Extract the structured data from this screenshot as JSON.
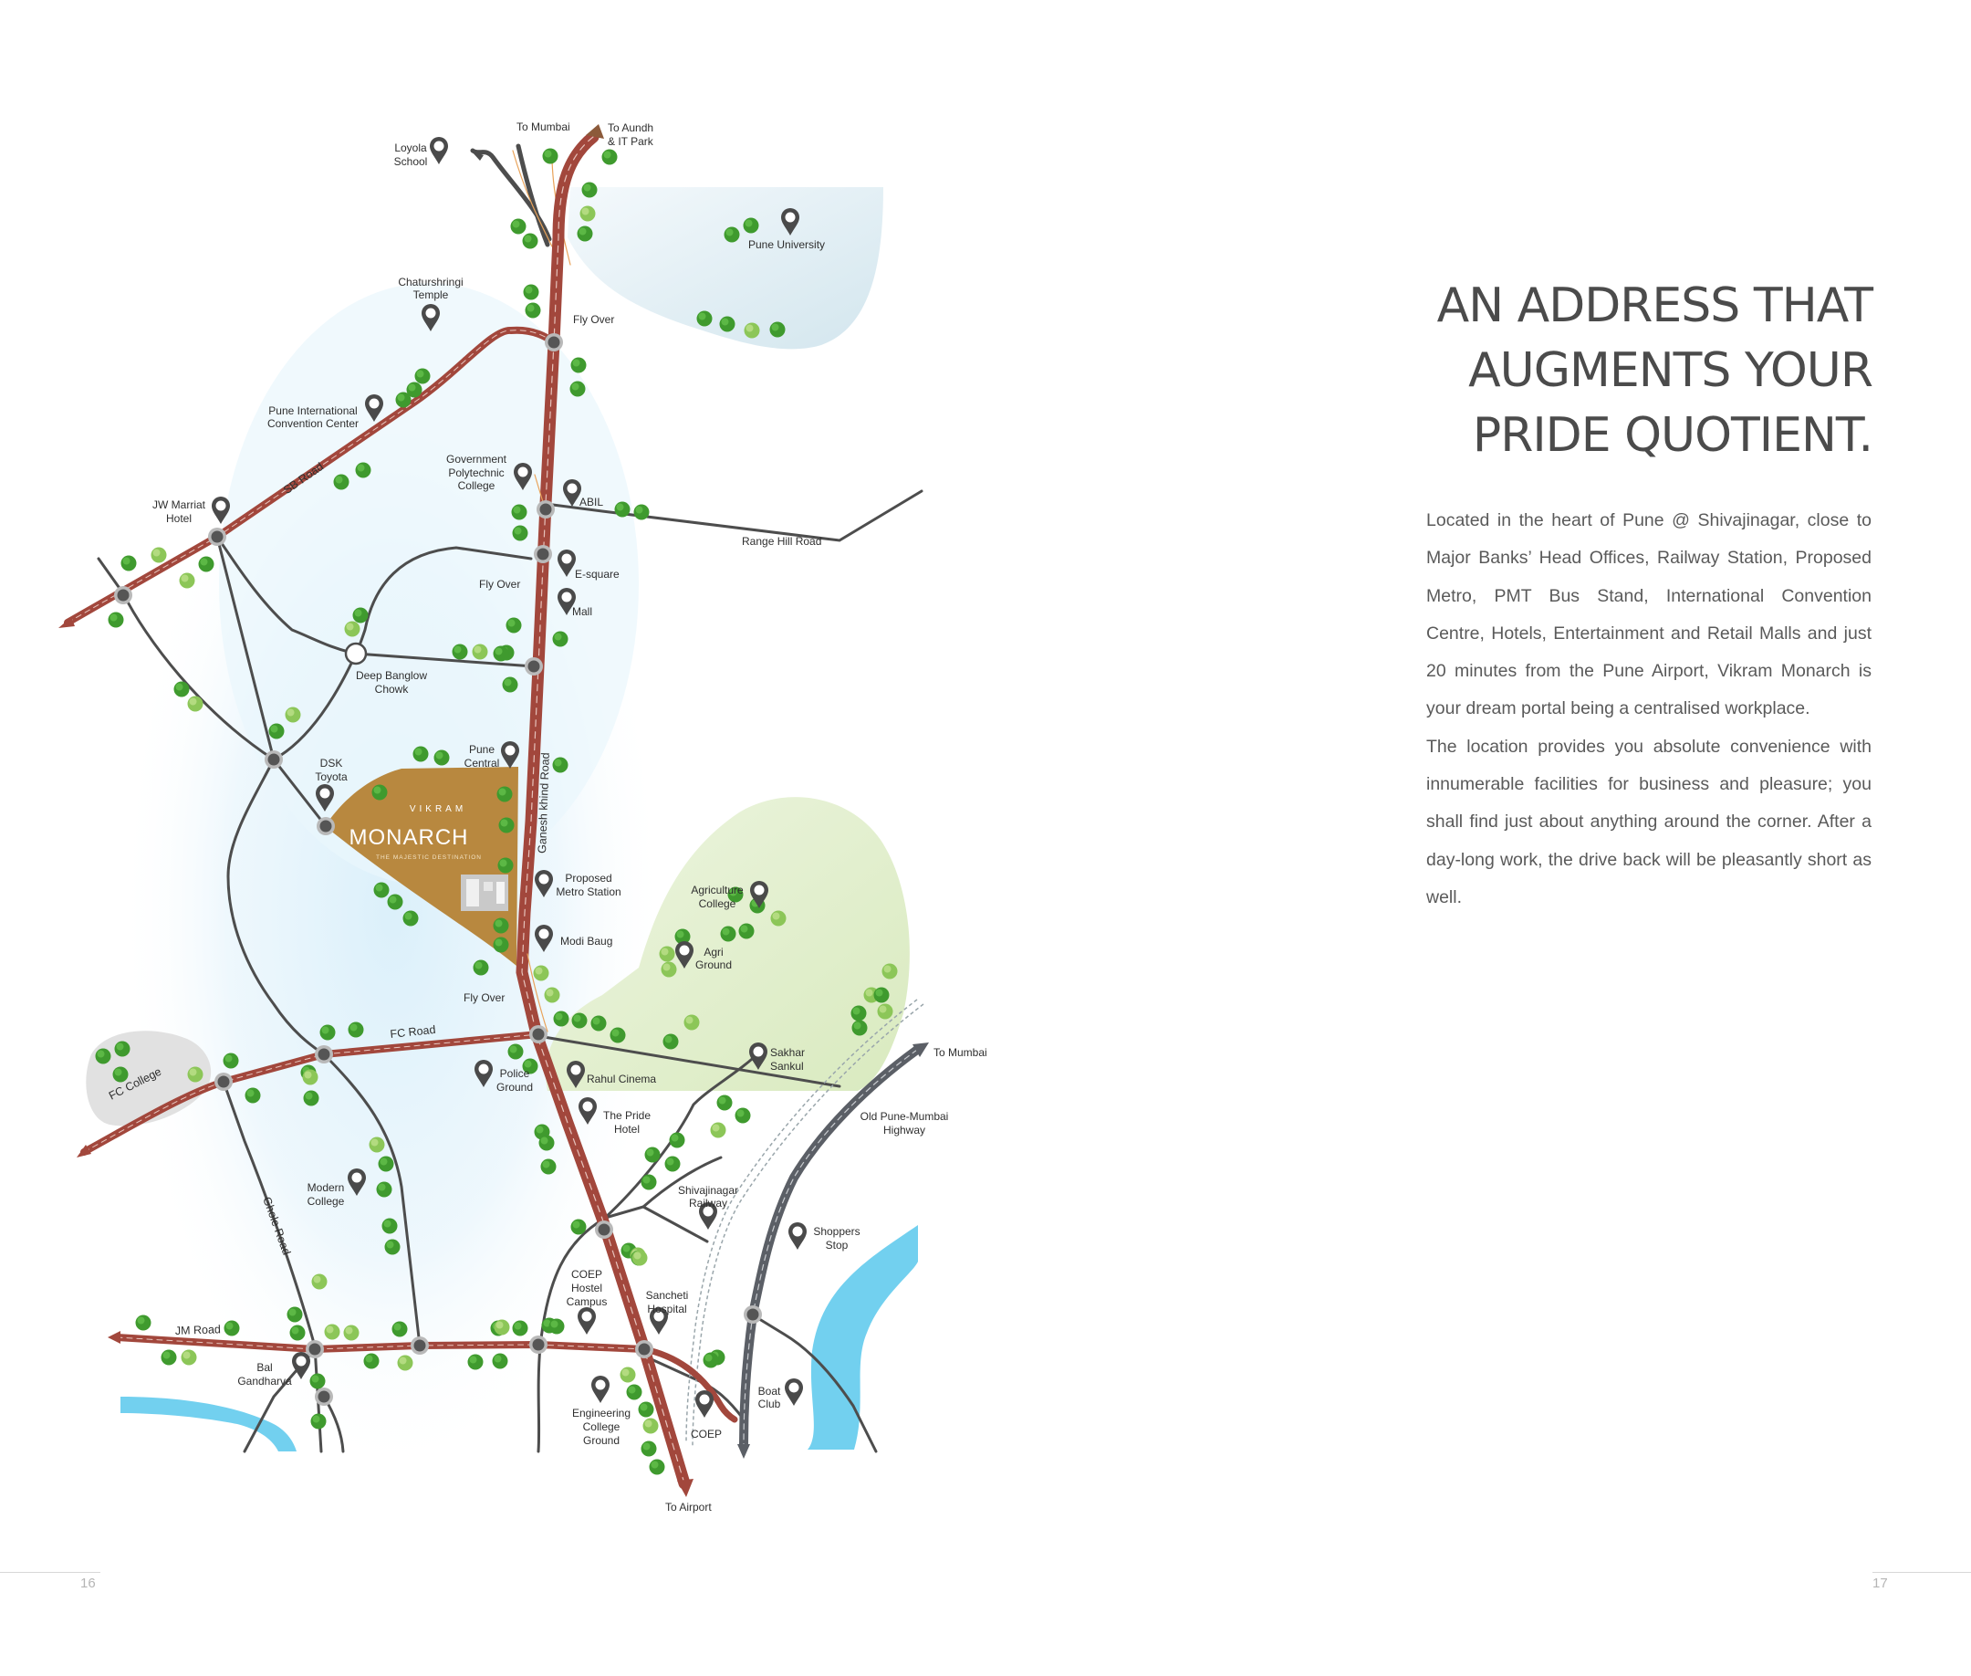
{
  "headline": {
    "line1": "AN ADDRESS THAT",
    "line2": "AUGMENTS YOUR",
    "line3": "PRIDE QUOTIENT."
  },
  "body": {
    "paragraph1": "Located in the heart of Pune @ Shivajinagar, close to Major Banks’ Head Offices, Railway Station, Proposed Metro, PMT Bus Stand, International Convention Centre, Hotels, Entertainment and Retail Malls and just 20 minutes from the Pune Airport, Vikram Monarch is your dream portal being a centralised workplace.",
    "paragraph2": "The location provides you absolute convenience with innumerable facilities for business and pleasure; you shall find just about anything around the corner.  After a day-long work, the drive back will be pleasantly short as well."
  },
  "page_numbers": {
    "left": "16",
    "right": "17"
  },
  "colors": {
    "main_road": "#a2473c",
    "secondary_road": "#4d4d4d",
    "highway": "#5b5f66",
    "project_plot": "#b8883f",
    "river": "#72d0ef",
    "university_area": "#dce9ef",
    "agri_area": "#e2efcf",
    "tree_green": "#3f9a2e",
    "text": "#4b4b4b"
  },
  "map": {
    "project": {
      "brand_top": "VIKRAM",
      "brand_name": "MONARCH",
      "tagline": "THE MAJESTIC DESTINATION"
    },
    "places": [
      {
        "name": "To Mumbai",
        "icon": "arrow-icon"
      },
      {
        "name": "To Aundh & IT Park",
        "icon": "arrow-icon"
      },
      {
        "name": "Loyola School",
        "icon": "map-pin-icon"
      },
      {
        "name": "Pune University",
        "icon": "map-pin-icon"
      },
      {
        "name": "Chaturshringi Temple",
        "icon": "map-pin-icon"
      },
      {
        "name": "Fly Over",
        "icon": "junction-icon"
      },
      {
        "name": "Pune International Convention Center",
        "icon": "map-pin-icon"
      },
      {
        "name": "Government Polytechnic College",
        "icon": "map-pin-icon"
      },
      {
        "name": "ABIL",
        "icon": "map-pin-icon"
      },
      {
        "name": "JW Marriat Hotel",
        "icon": "map-pin-icon"
      },
      {
        "name": "E-square",
        "icon": "map-pin-icon"
      },
      {
        "name": "Mall",
        "icon": "map-pin-icon"
      },
      {
        "name": "Deep Banglow Chowk",
        "icon": "junction-icon"
      },
      {
        "name": "DSK Toyota",
        "icon": "map-pin-icon"
      },
      {
        "name": "Pune Central",
        "icon": "map-pin-icon"
      },
      {
        "name": "Proposed Metro Station",
        "icon": "map-pin-icon"
      },
      {
        "name": "Modi Baug",
        "icon": "map-pin-icon"
      },
      {
        "name": "Agriculture College",
        "icon": "map-pin-icon"
      },
      {
        "name": "Agri Ground",
        "icon": "map-pin-icon"
      },
      {
        "name": "Police Ground",
        "icon": "map-pin-icon"
      },
      {
        "name": "Rahul Cinema",
        "icon": "map-pin-icon"
      },
      {
        "name": "Sakhar Sankul",
        "icon": "map-pin-icon"
      },
      {
        "name": "The Pride Hotel",
        "icon": "map-pin-icon"
      },
      {
        "name": "Old Pune-Mumbai Highway",
        "icon": "road-icon"
      },
      {
        "name": "Modern College",
        "icon": "map-pin-icon"
      },
      {
        "name": "Shivajinagar Railway",
        "icon": "map-pin-icon"
      },
      {
        "name": "Shoppers Stop",
        "icon": "map-pin-icon"
      },
      {
        "name": "COEP Hostel Campus",
        "icon": "map-pin-icon"
      },
      {
        "name": "Sancheti Hospital",
        "icon": "map-pin-icon"
      },
      {
        "name": "Bal Gandharva",
        "icon": "map-pin-icon"
      },
      {
        "name": "Boat Club",
        "icon": "map-pin-icon"
      },
      {
        "name": "Engineering College Ground",
        "icon": "map-pin-icon"
      },
      {
        "name": "COEP",
        "icon": "map-pin-icon"
      },
      {
        "name": "To Airport",
        "icon": "arrow-icon"
      }
    ],
    "labels": {
      "to_mumbai_top": "To Mumbai",
      "to_aundh_1": "To Aundh",
      "to_aundh_2": "& IT Park",
      "loyola_1": "Loyola",
      "loyola_2": "School",
      "pune_university": "Pune University",
      "chaturshringi_1": "Chaturshringi",
      "chaturshringi_2": "Temple",
      "fly_over_top": "Fly Over",
      "picc_1": "Pune International",
      "picc_2": "Convention Center",
      "sb_road": "SB Road",
      "gov_poly_1": "Government",
      "gov_poly_2": "Polytechnic",
      "gov_poly_3": "College",
      "abil": "ABIL",
      "range_hill_road": "Range Hill Road",
      "jw_1": "JW Marriat",
      "jw_2": "Hotel",
      "e_square": "E-square",
      "fly_over_mid": "Fly Over",
      "mall": "Mall",
      "deep_1": "Deep Banglow",
      "deep_2": "Chowk",
      "dsk_1": "DSK",
      "dsk_2": "Toyota",
      "pune_central_1": "Pune",
      "pune_central_2": "Central",
      "ganesh_khind_road": "Ganesh khind Road",
      "metro_1": "Proposed",
      "metro_2": "Metro Station",
      "modi_baug": "Modi Baug",
      "agri_college_1": "Agriculture",
      "agri_college_2": "College",
      "agri_ground_1": "Agri",
      "agri_ground_2": "Ground",
      "fly_over_low": "Fly Over",
      "fc_road": "FC Road",
      "fc_college": "FC College",
      "police_1": "Police",
      "police_2": "Ground",
      "rahul_cinema": "Rahul Cinema",
      "sakhar_1": "Sakhar",
      "sakhar_2": "Sankul",
      "to_mumbai_right": "To Mumbai",
      "pride_1": "The Pride",
      "pride_2": "Hotel",
      "old_highway_1": "Old Pune-Mumbai",
      "old_highway_2": "Highway",
      "modern_1": "Modern",
      "modern_2": "College",
      "ghole_road": "Ghole Road",
      "shivaji_rail_1": "Shivajinagar",
      "shivaji_rail_2": "Railway",
      "shoppers_1": "Shoppers",
      "shoppers_2": "Stop",
      "coep_hostel_1": "COEP",
      "coep_hostel_2": "Hostel",
      "coep_hostel_3": "Campus",
      "sancheti_1": "Sancheti",
      "sancheti_2": "Hospital",
      "jm_road": "JM Road",
      "bal_1": "Bal",
      "bal_2": "Gandharva",
      "boat_1": "Boat",
      "boat_2": "Club",
      "eng_1": "Engineering",
      "eng_2": "College",
      "eng_3": "Ground",
      "coep": "COEP",
      "to_airport": "To Airport"
    }
  }
}
